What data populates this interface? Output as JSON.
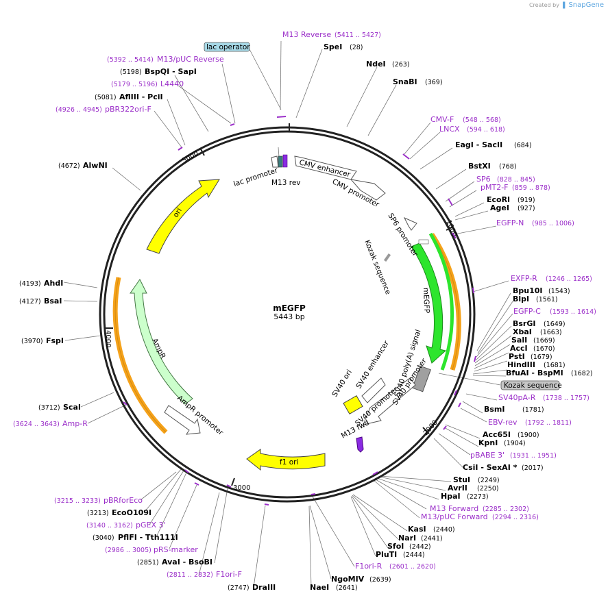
{
  "brand": {
    "created_by": "Created by",
    "name": "SnapGene"
  },
  "plasmid": {
    "name": "mEGFP",
    "length": "5443 bp"
  },
  "ticks": [
    "1000",
    "2000",
    "3000",
    "4000",
    "5000"
  ],
  "colors": {
    "primer": "#9b2fc9",
    "egfp": "#2de52d",
    "ori": "#ffff00",
    "ampr": "#ccffcc",
    "orange": "#f5a21a",
    "gray": "#9a9a9a"
  },
  "sites": [
    {
      "name": "SpeI",
      "pos": "(28)"
    },
    {
      "name": "NdeI",
      "pos": "(263)"
    },
    {
      "name": "SnaBI",
      "pos": "(369)"
    },
    {
      "name": "EagI  - SacII",
      "pos": "(684)"
    },
    {
      "name": "BstXI",
      "pos": "(768)"
    },
    {
      "name": "EcoRI",
      "pos": "(919)"
    },
    {
      "name": "AgeI",
      "pos": "(927)"
    },
    {
      "name": "Bpu10I",
      "pos": "(1543)"
    },
    {
      "name": "BlpI",
      "pos": "(1561)"
    },
    {
      "name": "BsrGI",
      "pos": "(1649)"
    },
    {
      "name": "XbaI",
      "pos": "(1663)"
    },
    {
      "name": "SalI",
      "pos": "(1669)"
    },
    {
      "name": "AccI",
      "pos": "(1670)"
    },
    {
      "name": "PstI",
      "pos": "(1679)"
    },
    {
      "name": "HindIII",
      "pos": "(1681)"
    },
    {
      "name": "BfuAI  - BspMI",
      "pos": "(1682)"
    },
    {
      "name": "BsmI",
      "pos": "(1781)"
    },
    {
      "name": "Acc65I",
      "pos": "(1900)"
    },
    {
      "name": "KpnI",
      "pos": "(1904)"
    },
    {
      "name": "CsiI  - SexAI *",
      "pos": "(2017)"
    },
    {
      "name": "StuI",
      "pos": "(2249)"
    },
    {
      "name": "AvrII",
      "pos": "(2250)"
    },
    {
      "name": "HpaI",
      "pos": "(2273)"
    },
    {
      "name": "KasI",
      "pos": "(2440)"
    },
    {
      "name": "NarI",
      "pos": "(2441)"
    },
    {
      "name": "SfoI",
      "pos": "(2442)"
    },
    {
      "name": "PluTI",
      "pos": "(2444)"
    },
    {
      "name": "NgoMIV",
      "pos": "(2639)"
    },
    {
      "name": "NaeI",
      "pos": "(2641)"
    },
    {
      "name": "DraIII",
      "pos": "(2747)"
    },
    {
      "name": "AvaI  - BsoBI",
      "pos": "(2851)"
    },
    {
      "name": "PflFI  - Tth111I",
      "pos": "(3040)"
    },
    {
      "name": "EcoO109I",
      "pos": "(3213)"
    },
    {
      "name": "ScaI",
      "pos": "(3712)"
    },
    {
      "name": "FspI",
      "pos": "(3970)"
    },
    {
      "name": "BsaI",
      "pos": "(4127)"
    },
    {
      "name": "AhdI",
      "pos": "(4193)"
    },
    {
      "name": "AlwNI",
      "pos": "(4672)"
    },
    {
      "name": "AflIII  - PciI",
      "pos": "(5081)"
    },
    {
      "name": "BspQI  - SapI",
      "pos": "(5198)"
    }
  ],
  "primers": [
    {
      "name": "M13 Reverse",
      "pos": "(5411 .. 5427)"
    },
    {
      "name": "M13/pUC Reverse",
      "pos": "(5392 .. 5414)"
    },
    {
      "name": "L4440",
      "pos": "(5179 .. 5196)"
    },
    {
      "name": "pBR322ori-F",
      "pos": "(4926 .. 4945)"
    },
    {
      "name": "CMV-F",
      "pos": "(548 .. 568)"
    },
    {
      "name": "LNCX",
      "pos": "(594 .. 618)"
    },
    {
      "name": "SP6",
      "pos": "(828 .. 845)"
    },
    {
      "name": "pMT2-F",
      "pos": "(859 .. 878)"
    },
    {
      "name": "EGFP-N",
      "pos": "(985 .. 1006)"
    },
    {
      "name": "EXFP-R",
      "pos": "(1246 .. 1265)"
    },
    {
      "name": "EGFP-C",
      "pos": "(1593 .. 1614)"
    },
    {
      "name": "SV40pA-R",
      "pos": "(1738 .. 1757)"
    },
    {
      "name": "EBV-rev",
      "pos": "(1792 .. 1811)"
    },
    {
      "name": "pBABE 3'",
      "pos": "(1931 .. 1951)"
    },
    {
      "name": "M13 Forward",
      "pos": "(2285 .. 2302)"
    },
    {
      "name": "M13/pUC Forward",
      "pos": "(2294 .. 2316)"
    },
    {
      "name": "F1ori-R",
      "pos": "(2601 .. 2620)"
    },
    {
      "name": "F1ori-F",
      "pos": "(2811 .. 2832)"
    },
    {
      "name": "pRS-marker",
      "pos": "(2986 .. 3005)"
    },
    {
      "name": "pGEX 3'",
      "pos": "(3140 .. 3162)"
    },
    {
      "name": "pBRforEco",
      "pos": "(3215 .. 3233)"
    },
    {
      "name": "Amp-R",
      "pos": "(3624 .. 3643)"
    }
  ],
  "features": {
    "lac_operator": "lac operator",
    "lac_promoter": "lac promoter",
    "m13_rev": "M13 rev",
    "cmv_enhancer": "CMV enhancer",
    "cmv_promoter": "CMV promoter",
    "sp6_promoter": "SP6 promoter",
    "kozak": "Kozak sequence",
    "kozak_box": "Kozak sequence",
    "megfp": "mEGFP",
    "sv40_polya": "SV40 poly(A) signal",
    "sv40_ori": "SV40 ori",
    "sv40_enhancer": "SV40 enhancer",
    "sv40_promoter_1": "SV40 promoter",
    "sv40_promoter_2": "SV40 promoter",
    "m13_fwd": "M13 fwd",
    "f1_ori": "f1 ori",
    "ampr_promoter": "AmpR promoter",
    "ampr": "AmpR",
    "ori": "ori"
  }
}
